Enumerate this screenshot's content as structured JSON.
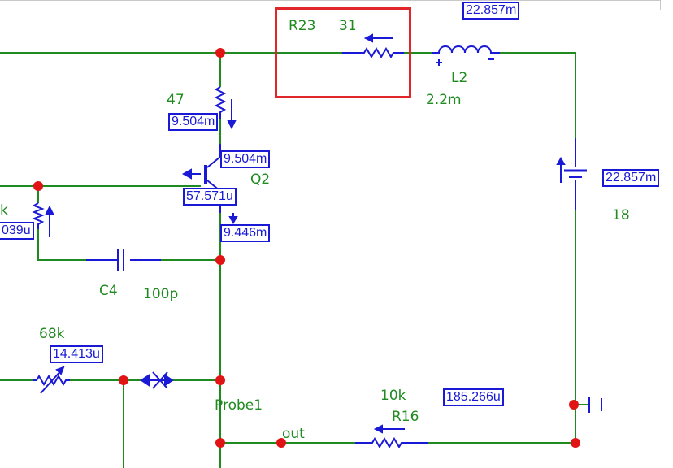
{
  "schematic": {
    "components": {
      "r23": {
        "ref": "R23",
        "value": "31"
      },
      "l2": {
        "ref": "L2",
        "value": "2.2m"
      },
      "r_47": {
        "value": "47"
      },
      "q2": {
        "ref": "Q2"
      },
      "c4": {
        "ref": "C4",
        "value": "100p"
      },
      "r_68k": {
        "value": "68k"
      },
      "probe1": {
        "ref": "Probe1"
      },
      "out_label": "out",
      "r16": {
        "ref": "R16",
        "value": "10k"
      },
      "battery": {
        "value": "18"
      },
      "left_pot": {
        "value": "k"
      }
    },
    "measurements": {
      "top_current": "22.857m",
      "r47_current": "9.504m",
      "q2_collector": "9.504m",
      "q2_base": "57.571u",
      "q2_emitter": "9.446m",
      "left_pot": "039u",
      "r68k": "14.413u",
      "battery": "22.857m",
      "r16": "185.266u"
    },
    "colors": {
      "wire": "#1f8a1f",
      "component": "#1a1ad6",
      "node": "#e01414",
      "highlight": "#e0262b"
    }
  }
}
